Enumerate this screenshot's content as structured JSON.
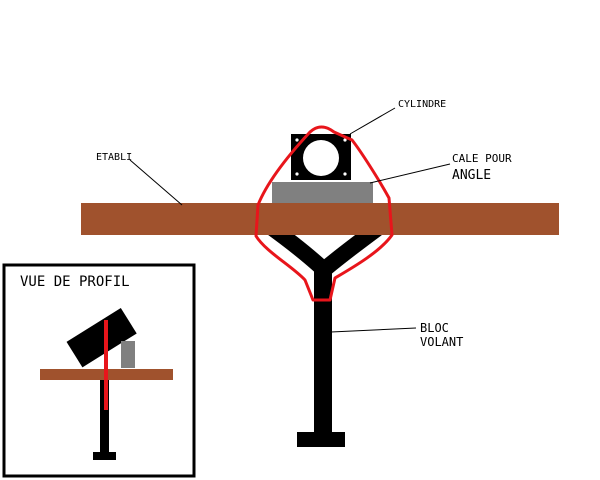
{
  "labels": {
    "cylinder": "CYLINDRE",
    "wedge_line1": "CALE POUR",
    "wedge_line2": "ANGLE",
    "bench": "ETABLI",
    "block_line1": "BLOC",
    "block_line2": "VOLANT",
    "profile_title": "VUE DE PROFIL"
  },
  "colors": {
    "bench": "#a0522d",
    "outline_red": "#e8151b",
    "metal_black": "#000000",
    "wedge_gray": "#808080",
    "inset_post_gray": "#808080",
    "background": "#ffffff"
  }
}
